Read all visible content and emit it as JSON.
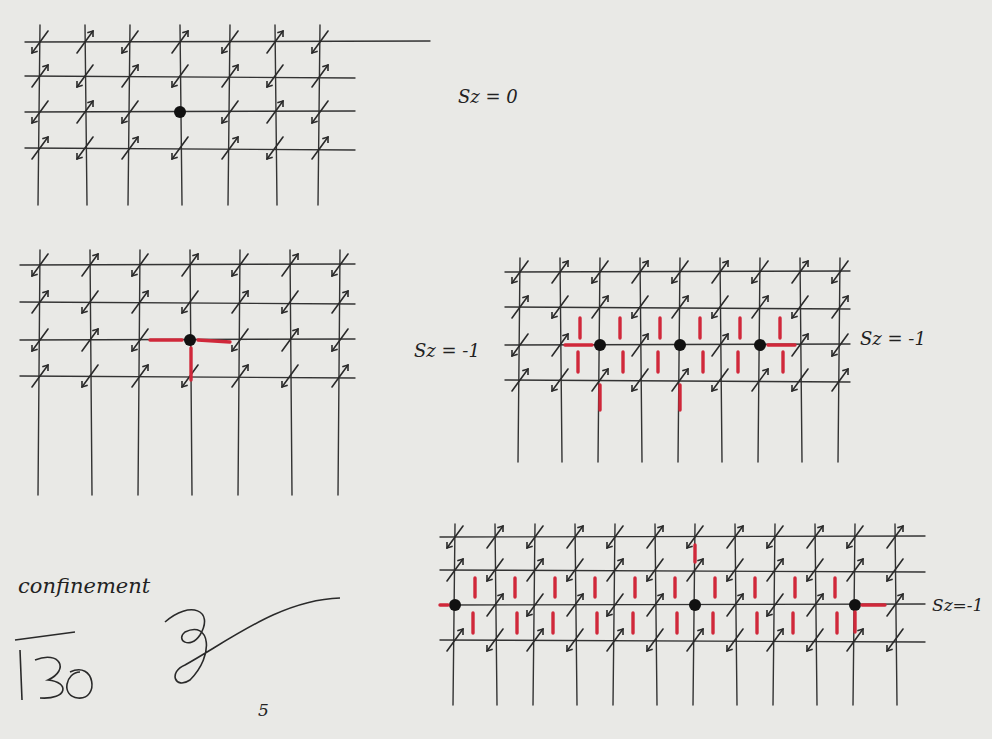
{
  "diagram": {
    "labels": [
      "Sz = 0",
      "Sz = -1",
      "Sz = -1",
      "Sz=-1",
      "confinement",
      "5"
    ]
  }
}
